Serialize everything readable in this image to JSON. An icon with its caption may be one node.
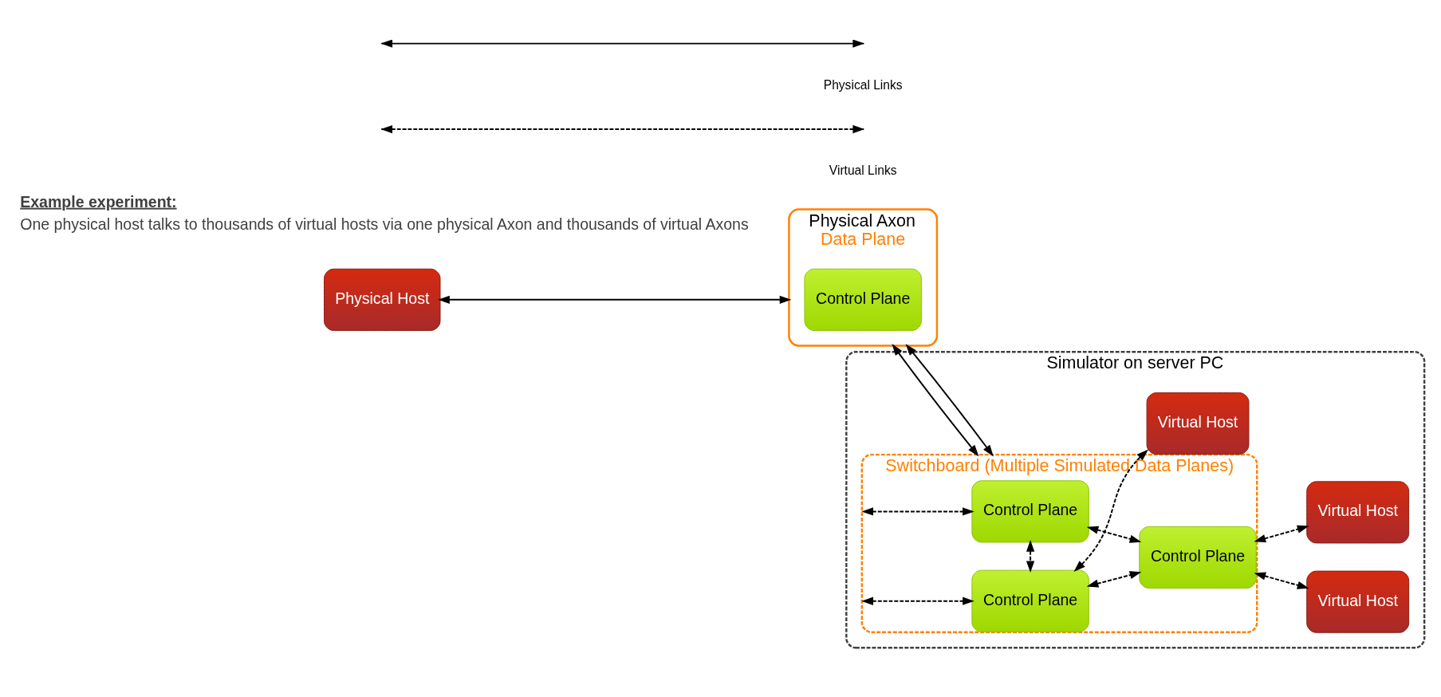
{
  "diagram": {
    "nodes": [
      {
        "text": [
          "Physical Host"
        ]
      },
      {
        "text": [
          "Physical Axon",
          "Data Plane"
        ]
      },
      {
        "text": [
          "Control Plane"
        ],
        "in": 1
      },
      {
        "text": [
          "Simulator on server PC"
        ]
      },
      {
        "text": [
          "Switchboard (Multiple Simulated Data Planes)"
        ],
        "in": 3
      },
      {
        "text": [
          "Control Plane"
        ],
        "in": 4
      },
      {
        "text": [
          "Control Plane"
        ],
        "in": 4
      },
      {
        "text": [
          "Control Plane"
        ],
        "in": 4
      },
      {
        "text": [
          "Virtual Host"
        ],
        "in": 3
      },
      {
        "text": [
          "Virtual Host"
        ],
        "in": 3
      },
      {
        "text": [
          "Virtual Host"
        ],
        "in": 3
      }
    ],
    "edges": [
      {
        "from": 0,
        "to": 1,
        "arrow": "both"
      },
      {
        "from": 1,
        "to": 4,
        "arrow": "both"
      },
      {
        "from": 4,
        "to": 5,
        "arrow": "both",
        "style": "dashed"
      },
      {
        "from": 1,
        "to": 4,
        "arrow": "both"
      },
      {
        "from": 4,
        "to": 7,
        "arrow": "both",
        "style": "dashed"
      },
      {
        "from": 5,
        "to": 6,
        "arrow": "both",
        "style": "dashed"
      },
      {
        "from": 5,
        "to": 7,
        "arrow": "both",
        "style": "dashed"
      },
      {
        "from": 7,
        "to": 6,
        "arrow": "both",
        "style": "dashed"
      },
      {
        "from": 6,
        "to": 8,
        "arrow": "both",
        "style": "dashed"
      },
      {
        "from": 6,
        "to": 9,
        "arrow": "both",
        "style": "dashed"
      },
      {
        "from": 7,
        "to": 10,
        "arrow": "both",
        "style": "dashed"
      }
    ],
    "labels": [
      "Example experiment:",
      "One physical host talks to thousands of virtual hosts via one physical Axon and thousands of virtual Axons"
    ],
    "legend": [
      {
        "text": "Physical Links"
      },
      {
        "text": "Virtual Links"
      }
    ]
  }
}
